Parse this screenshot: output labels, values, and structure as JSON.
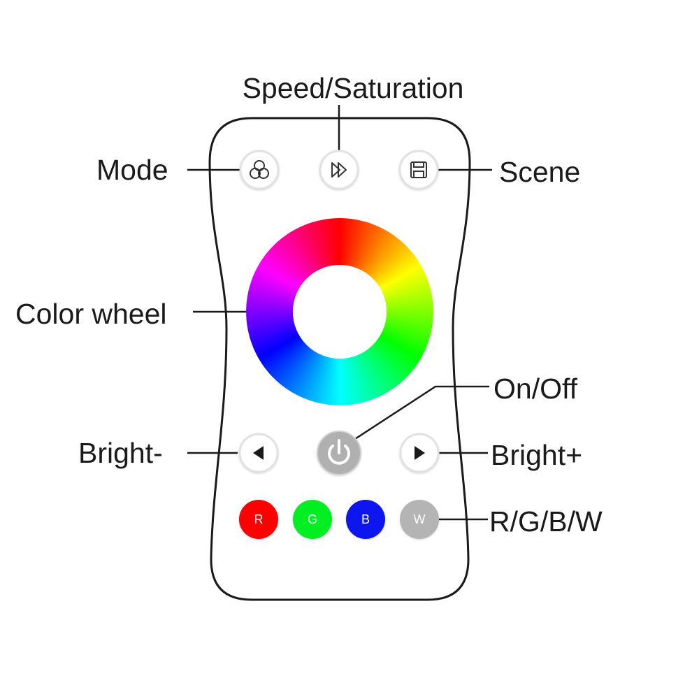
{
  "labels": {
    "speed_saturation": "Speed/Saturation",
    "mode": "Mode",
    "scene": "Scene",
    "color_wheel": "Color wheel",
    "on_off": "On/Off",
    "bright_minus": "Bright-",
    "bright_plus": "Bright+",
    "rgbw": "R/G/B/W"
  },
  "buttons": {
    "mode_icon": "cycle-icon",
    "speed_icon": "fast-forward-icon",
    "scene_icon": "save-icon",
    "power_icon": "power-icon",
    "bright_minus_icon": "triangle-left-icon",
    "bright_plus_icon": "triangle-right-icon",
    "rgbw": [
      {
        "letter": "R",
        "color": "#ff0000"
      },
      {
        "letter": "G",
        "color": "#00ee22"
      },
      {
        "letter": "B",
        "color": "#0a18ee"
      },
      {
        "letter": "W",
        "color": "#b4b4b4"
      }
    ]
  },
  "colors": {
    "outline": "#1a1a1a",
    "button_border": "#e2e2e2",
    "power_gray": "#b0b0b0"
  }
}
